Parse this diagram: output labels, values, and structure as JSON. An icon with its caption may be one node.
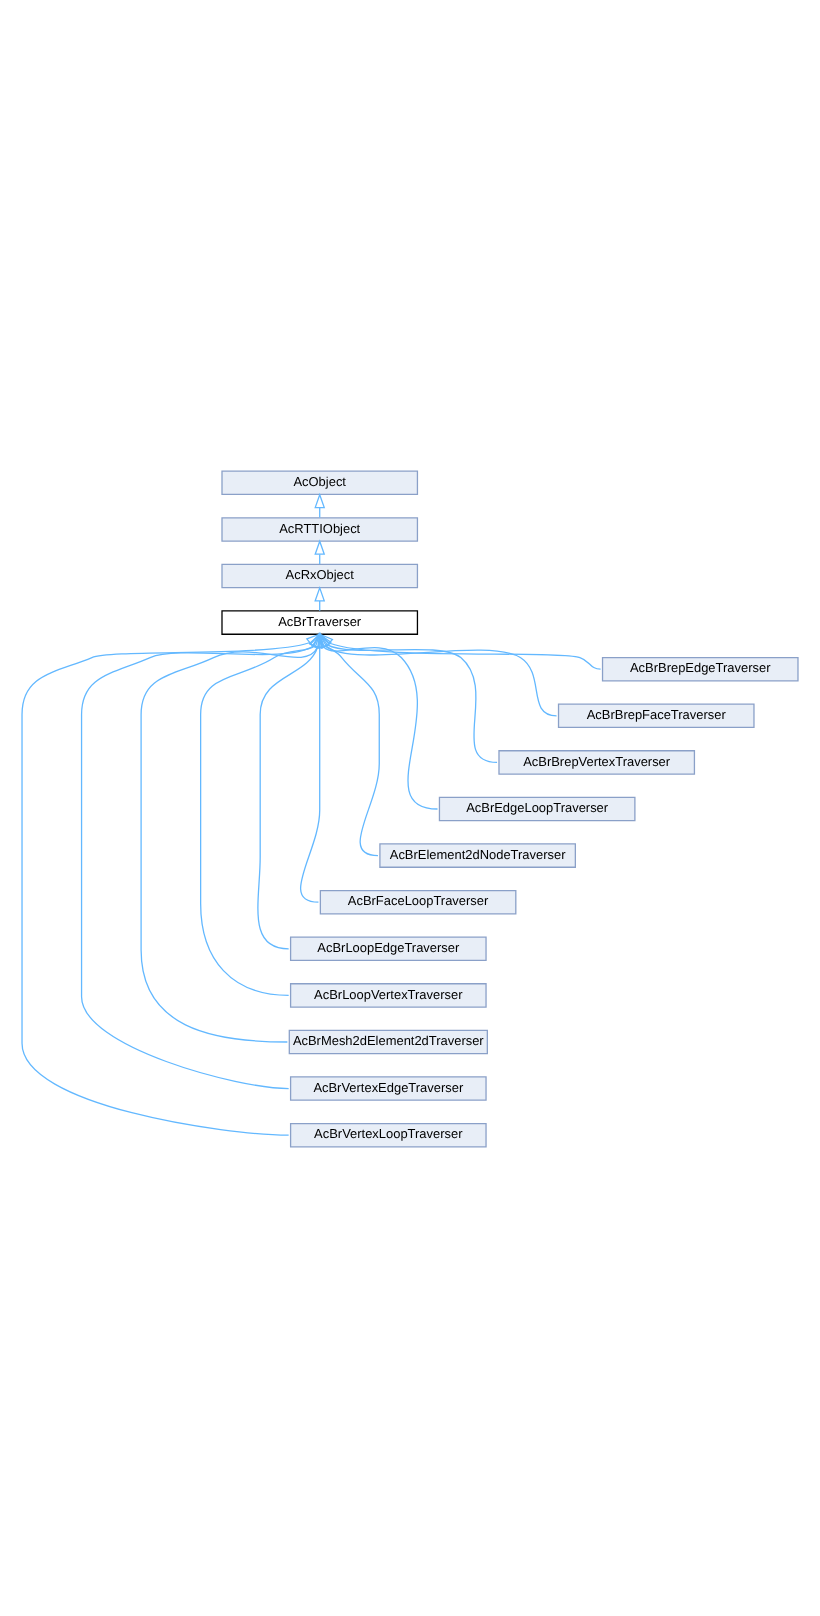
{
  "diagram": {
    "nodes": [
      {
        "text": [
          "AcObject"
        ]
      },
      {
        "text": [
          "AcRTTIObject"
        ]
      },
      {
        "text": [
          "AcRxObject"
        ]
      },
      {
        "text": [
          "AcBrTraverser"
        ]
      },
      {
        "text": [
          "AcBrBrepEdgeTraverser"
        ]
      },
      {
        "text": [
          "AcBrBrepFaceTraverser"
        ]
      },
      {
        "text": [
          "AcBrBrepVertexTraverser"
        ]
      },
      {
        "text": [
          "AcBrEdgeLoopTraverser"
        ]
      },
      {
        "text": [
          "AcBrElement2dNodeTraverser"
        ]
      },
      {
        "text": [
          "AcBrFaceLoopTraverser"
        ]
      },
      {
        "text": [
          "AcBrLoopEdgeTraverser"
        ]
      },
      {
        "text": [
          "AcBrLoopVertexTraverser"
        ]
      },
      {
        "text": [
          "AcBrMesh2dElement2dTraverser"
        ]
      },
      {
        "text": [
          "AcBrVertexEdgeTraverser"
        ]
      },
      {
        "text": [
          "AcBrVertexLoopTraverser"
        ]
      }
    ],
    "edges": [
      {
        "from": 1,
        "to": 0,
        "arrow": "to"
      },
      {
        "from": 2,
        "to": 1,
        "arrow": "to"
      },
      {
        "from": 3,
        "to": 2,
        "arrow": "to"
      },
      {
        "from": 4,
        "to": 3,
        "arrow": "to"
      },
      {
        "from": 5,
        "to": 3,
        "arrow": "to"
      },
      {
        "from": 6,
        "to": 3,
        "arrow": "to"
      },
      {
        "from": 7,
        "to": 3,
        "arrow": "to"
      },
      {
        "from": 8,
        "to": 3,
        "arrow": "to"
      },
      {
        "from": 9,
        "to": 3,
        "arrow": "to"
      },
      {
        "from": 10,
        "to": 3,
        "arrow": "to"
      },
      {
        "from": 11,
        "to": 3,
        "arrow": "to"
      },
      {
        "from": 12,
        "to": 3,
        "arrow": "to"
      },
      {
        "from": 13,
        "to": 3,
        "arrow": "to"
      },
      {
        "from": 14,
        "to": 3,
        "arrow": "to"
      }
    ]
  }
}
